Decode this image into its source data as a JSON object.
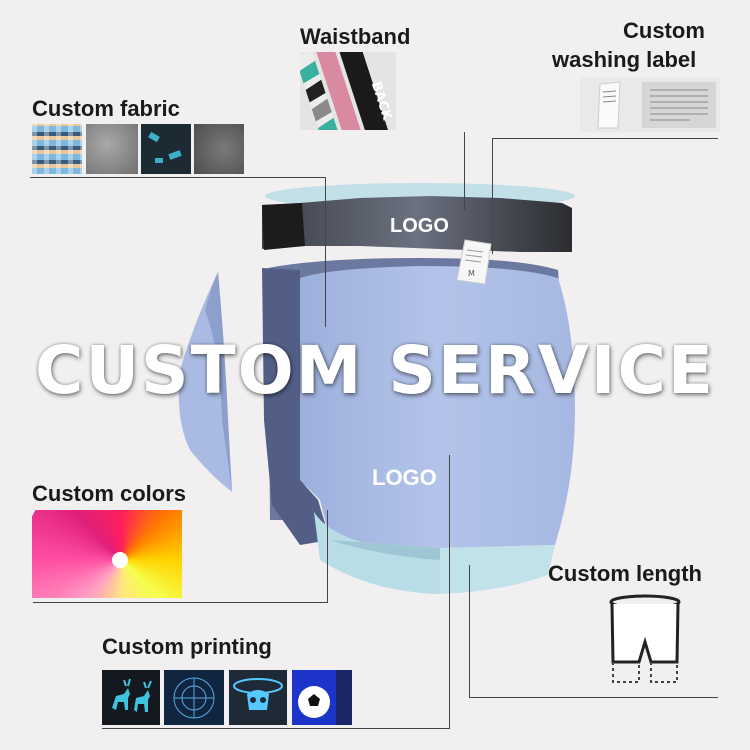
{
  "headline": "CUSTOM SERVICE",
  "labels": {
    "waistband": "Waistband",
    "washing_label_line1": "Custom",
    "washing_label_line2": "washing label",
    "fabric": "Custom fabric",
    "colors": "Custom colors",
    "length": "Custom length",
    "printing": "Custom printing"
  },
  "waistband_logo": "LOGO",
  "body_logo": "LOGO",
  "waistband_swatch_text": "BACK",
  "colors": {
    "background": "#f1eff0",
    "garment_front": "#aebfe6",
    "garment_dark": "#5b6a96",
    "leg_band": "#b9dde6",
    "waistband": "#2e2e2e",
    "line": "#444444"
  }
}
